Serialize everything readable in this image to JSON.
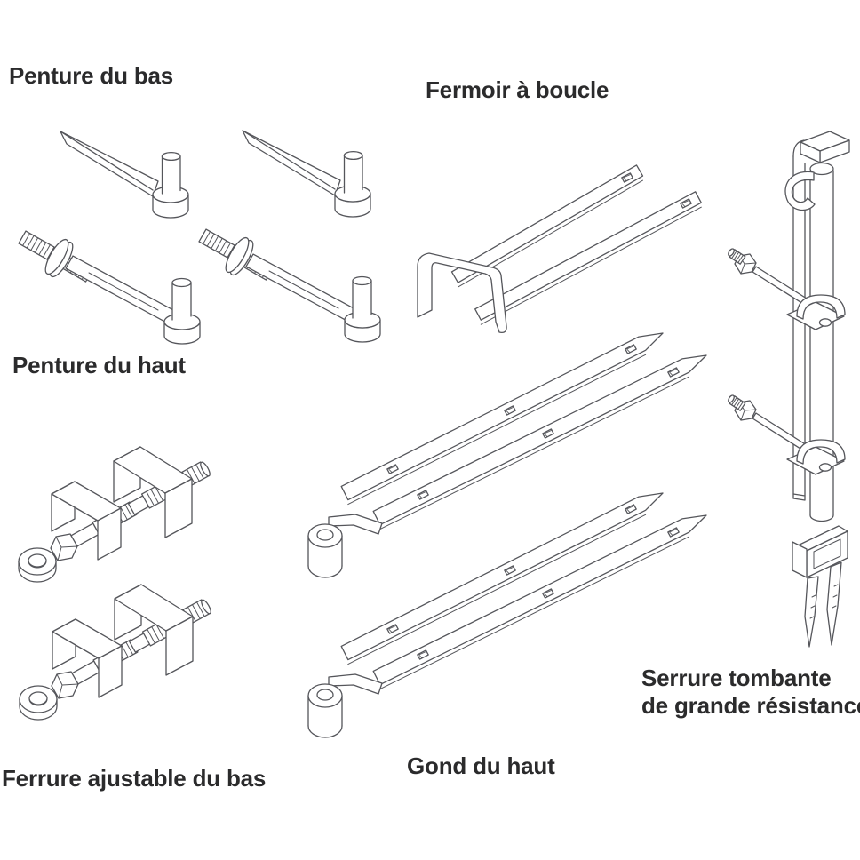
{
  "style": {
    "background": "#ffffff",
    "line_color": "#55565b",
    "text_color": "#2b2b2c"
  },
  "diagram": {
    "labels": {
      "penture_du_bas": "Penture du bas",
      "fermoir_a_boucle": "Fermoir à boucle",
      "penture_du_haut": "Penture du haut",
      "ferrure_ajustable_du_bas": "Ferrure ajustable du bas",
      "gond_du_haut": "Gond du haut",
      "serrure_tombante_line1": "Serrure tombante",
      "serrure_tombante_line2": "de grande résistance"
    },
    "parts": [
      {
        "name": "bottom-hinge-pin-spike",
        "label": "Penture du bas",
        "instances": 2
      },
      {
        "name": "top-hinge-pin-bolt",
        "label": "Penture du haut",
        "instances": 2
      },
      {
        "name": "loop-clasp",
        "label": "Fermoir à boucle",
        "instances": 1
      },
      {
        "name": "adjustable-bottom-fitting",
        "label": "Ferrure ajustable du bas",
        "instances": 2
      },
      {
        "name": "top-strap-hinge",
        "label": "Gond du haut",
        "instances": 2
      },
      {
        "name": "heavy-duty-drop-latch",
        "label": "Serrure tombante de grande résistance",
        "instances": 1
      }
    ]
  }
}
